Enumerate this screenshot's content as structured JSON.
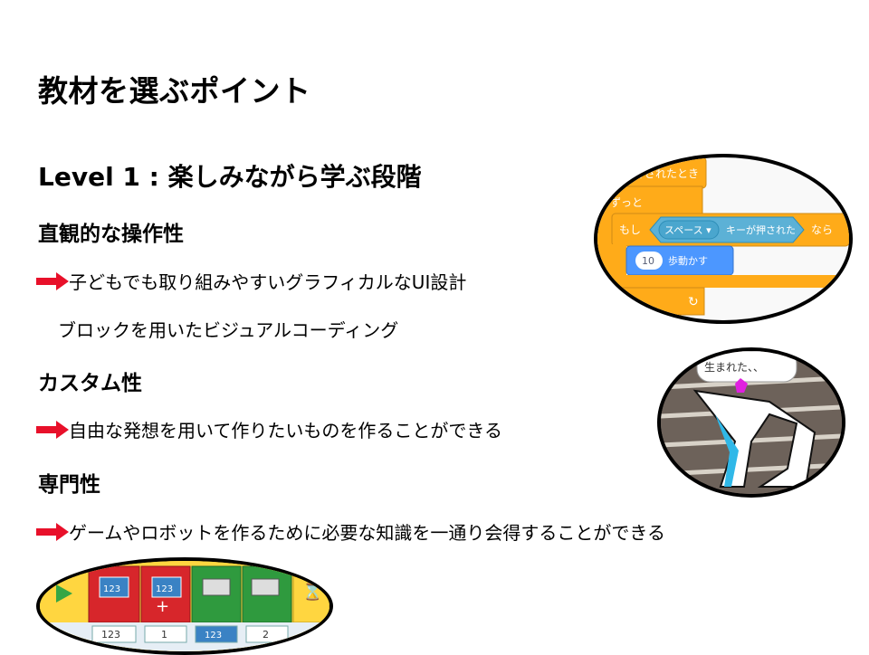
{
  "slide": {
    "title": "教材を選ぶポイント",
    "level_heading": "Level 1 : 楽しみながら学ぶ段階",
    "sections": [
      {
        "heading": "直観的な操作性",
        "items": [
          {
            "text": "子どもでも取り組みやすいグラフィカルなUI設計",
            "arrow": true
          },
          {
            "text": "ブロックを用いたビジュアルコーディング",
            "arrow": false
          }
        ]
      },
      {
        "heading": "カスタム性",
        "items": [
          {
            "text": "自由な発想を用いて作りたいものを作ることができる",
            "arrow": true
          }
        ]
      },
      {
        "heading": "専門性",
        "items": [
          {
            "text": "ゲームやロボットを作るために必要な知識を一通り会得することができる",
            "arrow": true
          }
        ]
      }
    ]
  },
  "scratch_image": {
    "hat_text": "押されたとき",
    "forever_text": "ずっと",
    "if_text": "もし",
    "key_text": "スペース ▾",
    "pressed_text": "キーが押された",
    "then_text": "なら",
    "move_num": "10",
    "move_text": "歩動かす",
    "loop_icon": "↻"
  },
  "game_image": {
    "speech_text": "生まれた、、"
  },
  "ev3_image": {
    "values": [
      "123",
      "1",
      "123",
      "2"
    ],
    "block_label": "123"
  },
  "colors": {
    "arrow_red": "#e8102a",
    "scratch_orange": "#ffab19",
    "scratch_blue": "#4c97ff",
    "scratch_teal": "#5cb1d6",
    "ev3_red": "#d7262b",
    "ev3_green": "#2f9a3e",
    "ev3_yellow": "#ffd640"
  }
}
